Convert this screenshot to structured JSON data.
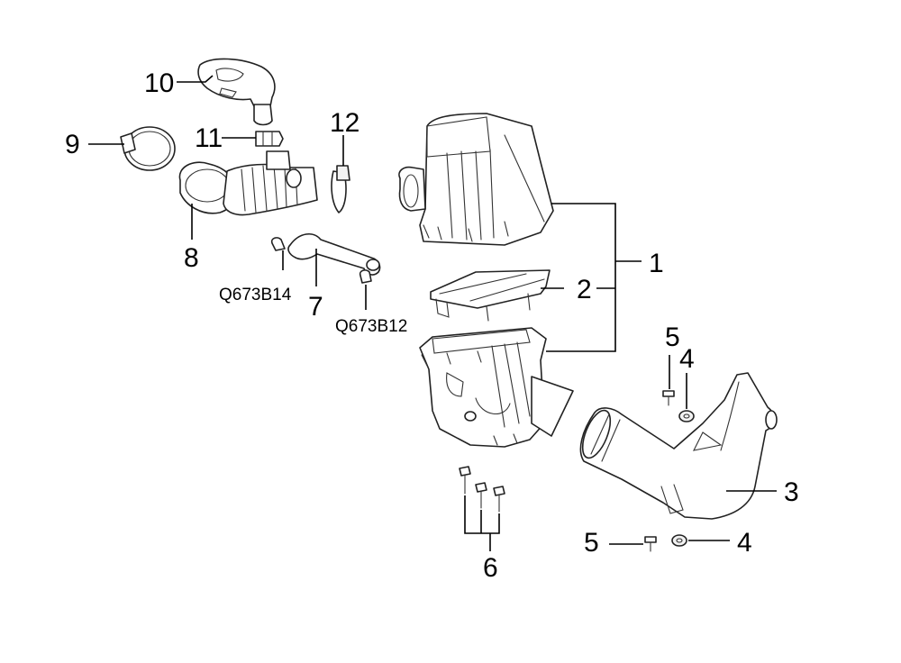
{
  "callouts": {
    "c1": "1",
    "c2": "2",
    "c3": "3",
    "c4a": "4",
    "c4b": "4",
    "c5a": "5",
    "c5b": "5",
    "c6": "6",
    "c7": "7",
    "c8": "8",
    "c9": "9",
    "c10": "10",
    "c11": "11",
    "c12": "12"
  },
  "part_codes": {
    "clamp_left": "Q673B14",
    "clamp_right": "Q673B12"
  },
  "colors": {
    "line": "#222222",
    "background": "#ffffff"
  }
}
